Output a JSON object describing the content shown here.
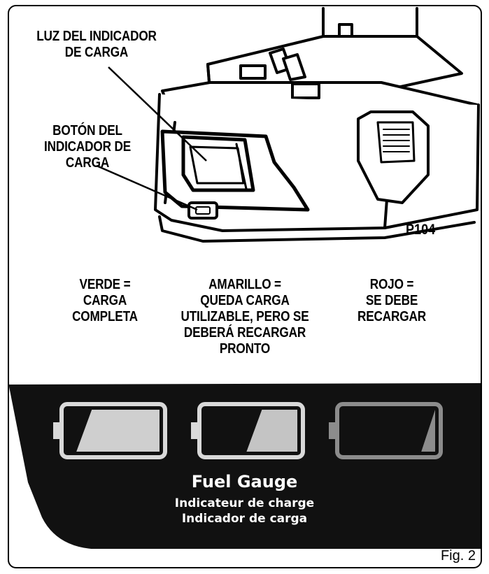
{
  "callouts": {
    "indicator_light": [
      "LUZ DEL INDICADOR",
      "DE CARGA"
    ],
    "indicator_button": [
      "BOTÓN DEL",
      "INDICADOR DE",
      "CARGA"
    ],
    "model": "P104"
  },
  "legend": {
    "green": [
      "VERDE =",
      "CARGA",
      "COMPLETA"
    ],
    "yellow": [
      "AMARILLO =",
      "QUEDA CARGA",
      "UTILIZABLE, PERO SE",
      "DEBERÁ RECARGAR",
      "PRONTO"
    ],
    "red": [
      "ROJO =",
      "SE DEBE",
      "RECARGAR"
    ]
  },
  "gauge": {
    "title": "Fuel Gauge",
    "subtitle_fr": "Indicateur de charge",
    "subtitle_es": "Indicador de carga",
    "levels": [
      {
        "state": "full",
        "fill": 0.9,
        "color": "#cfcfcf"
      },
      {
        "state": "partial",
        "fill": 0.55,
        "color": "#c4c4c4"
      },
      {
        "state": "low",
        "fill": 0.15,
        "color": "#8c8c8c"
      }
    ],
    "panel_color": "#111111"
  },
  "figure_label": "Fig. 2"
}
